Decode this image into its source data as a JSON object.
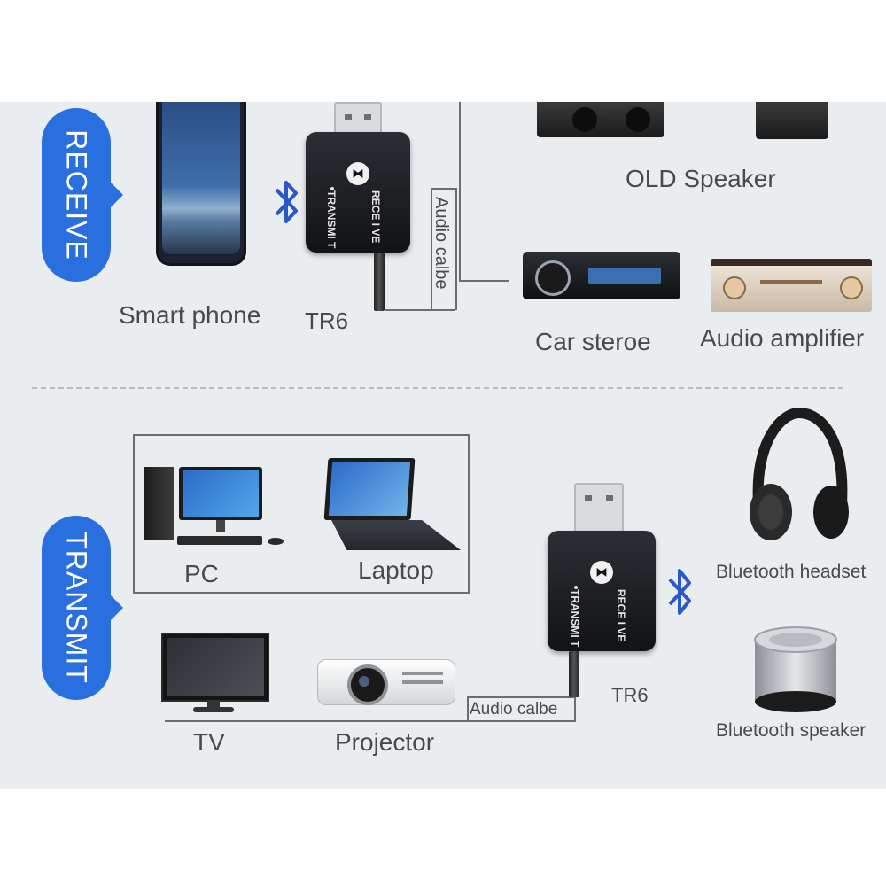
{
  "receive": {
    "tag": "RECEIVE",
    "source_label": "Smart phone",
    "device_label": "TR6",
    "cable_label": "Audio calbe",
    "outputs": [
      "OLD Speaker",
      "Car steroe",
      "Audio amplifier"
    ]
  },
  "transmit": {
    "tag": "TRANSMIT",
    "sources": [
      "PC",
      "Laptop",
      "TV",
      "Projector"
    ],
    "cable_label": "Audio calbe",
    "device_label": "TR6",
    "outputs": [
      "Bluetooth headset",
      "Bluetooth speaker"
    ]
  },
  "device_text": {
    "receive": "RECE I VE",
    "transmit": "TRANSMI T"
  },
  "colors": {
    "accent": "#2a6fe0",
    "panel": "#e9edf0",
    "bluetooth": "#2a58c8"
  },
  "icons": [
    "bluetooth-icon",
    "smartphone-icon",
    "speaker-icon",
    "car-stereo-icon",
    "amplifier-icon",
    "pc-icon",
    "laptop-icon",
    "tv-icon",
    "projector-icon",
    "headphones-icon",
    "bluetooth-speaker-icon"
  ]
}
